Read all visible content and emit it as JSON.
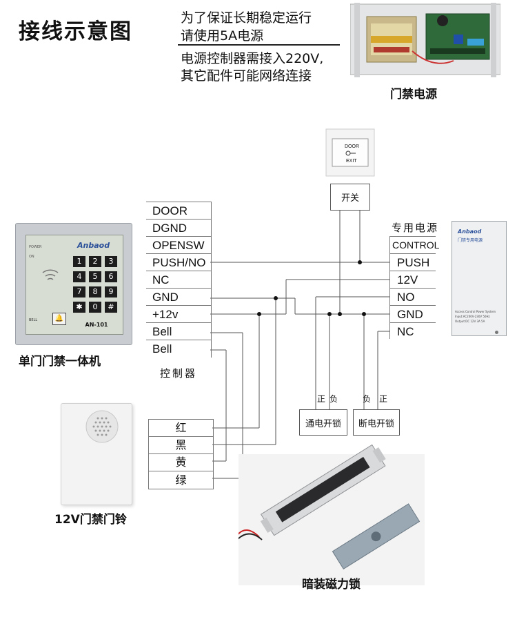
{
  "header": {
    "title": "接线示意图",
    "intro_lines": [
      "为了保证长期稳定运行",
      "请使用5A电源",
      "电源控制器需接入220V,",
      "其它配件可能网络连接"
    ]
  },
  "power_supply_photo": {
    "caption": "门禁电源"
  },
  "exit_button": {
    "line1": "DOOR",
    "line2": "EXIT"
  },
  "switch_box": {
    "label": "开关"
  },
  "controller": {
    "terminals": [
      "DOOR",
      "DGND",
      "OPENSW",
      "PUSH/NO",
      "NC",
      "GND",
      "+12v",
      "Bell",
      "Bell"
    ],
    "label": "控制器"
  },
  "keypad": {
    "brand": "Anbaod",
    "model": "AN-101",
    "power_label": "POWER",
    "on_label": "ON",
    "bell_label": "BELL",
    "keys": [
      "1",
      "2",
      "3",
      "4",
      "5",
      "6",
      "7",
      "8",
      "9",
      "✱",
      "0",
      "#"
    ],
    "caption": "单门门禁一体机"
  },
  "psu": {
    "title": "专用电源",
    "terminals": [
      "CONTROL",
      "PUSH",
      "12V",
      "NO",
      "GND",
      "NC"
    ],
    "device_brand": "Anbaod",
    "device_subtitle": "门禁专用电源",
    "device_spec_1": "Access Control Power System",
    "device_spec_2": "Input:AC200V-230V 50Hz",
    "device_spec_3": "Output:DC 12V 3A 5A"
  },
  "lock_boxes": {
    "no_lock": "通电开锁",
    "nc_lock": "断电开锁",
    "polarity_no": [
      "正",
      "负"
    ],
    "polarity_nc": [
      "负",
      "正"
    ]
  },
  "bell_wires": {
    "colors": [
      "红",
      "黑",
      "黄",
      "绿"
    ]
  },
  "doorbell": {
    "caption": "12V门禁门铃"
  },
  "maglock": {
    "caption": "暗装磁力锁"
  }
}
